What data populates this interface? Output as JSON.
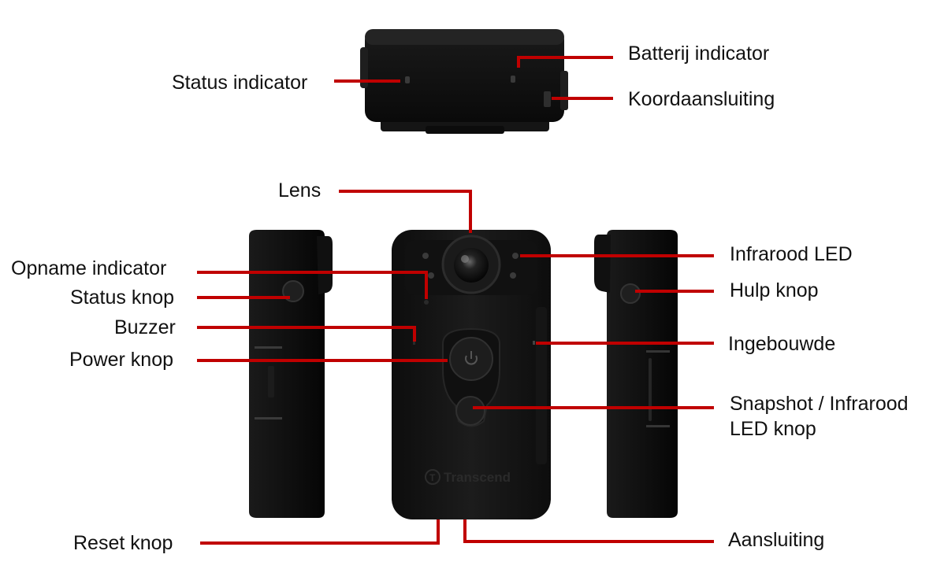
{
  "colors": {
    "leader": "#c00000",
    "body": "#141414",
    "body_edge": "#2a2a2a",
    "label_text": "#111111"
  },
  "labels": {
    "status_indicator": "Status indicator",
    "batterij_indicator": "Batterij indicator",
    "koordaansluiting": "Koordaansluiting",
    "lens": "Lens",
    "opname_indicator": "Opname indicator",
    "status_knop": "Status knop",
    "buzzer": "Buzzer",
    "power_knop": "Power knop",
    "reset_knop": "Reset knop",
    "infrarood_led": "Infrarood LED",
    "hulp_knop": "Hulp knop",
    "ingebouwde": "Ingebouwde",
    "snapshot_line1": "Snapshot / Infrarood",
    "snapshot_line2": "LED knop",
    "aansluiting": "Aansluiting"
  },
  "device": {
    "brand_logo": "Transcend",
    "power_icon": "power-icon",
    "brand_icon": "transcend-logo-icon"
  }
}
